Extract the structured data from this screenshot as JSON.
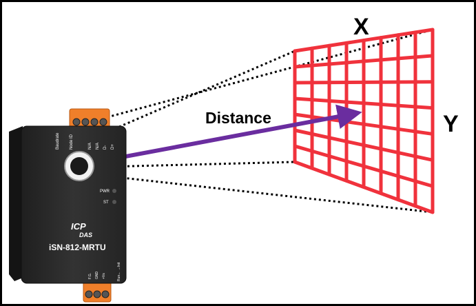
{
  "labels": {
    "x_axis": "X",
    "y_axis": "Y",
    "distance": "Distance"
  },
  "device": {
    "model": "iSN-812-MRTU",
    "brand_line1": "ICP",
    "brand_line2": "DAS",
    "top_terminal_labels": [
      "Baudrate",
      "Node ID",
      "N/A",
      "N/A",
      "D-",
      "D+"
    ],
    "bottom_terminal_labels": [
      "F.G.",
      "GND",
      "+Vs"
    ],
    "mode_label": "Run← →Init",
    "leds": [
      "PWR",
      "ST"
    ]
  },
  "colors": {
    "grid": "#f0323c",
    "arrow": "#6a2d9f",
    "rays": "#000000",
    "device_body": "#2c2c2c",
    "terminal": "#f07f2a"
  }
}
